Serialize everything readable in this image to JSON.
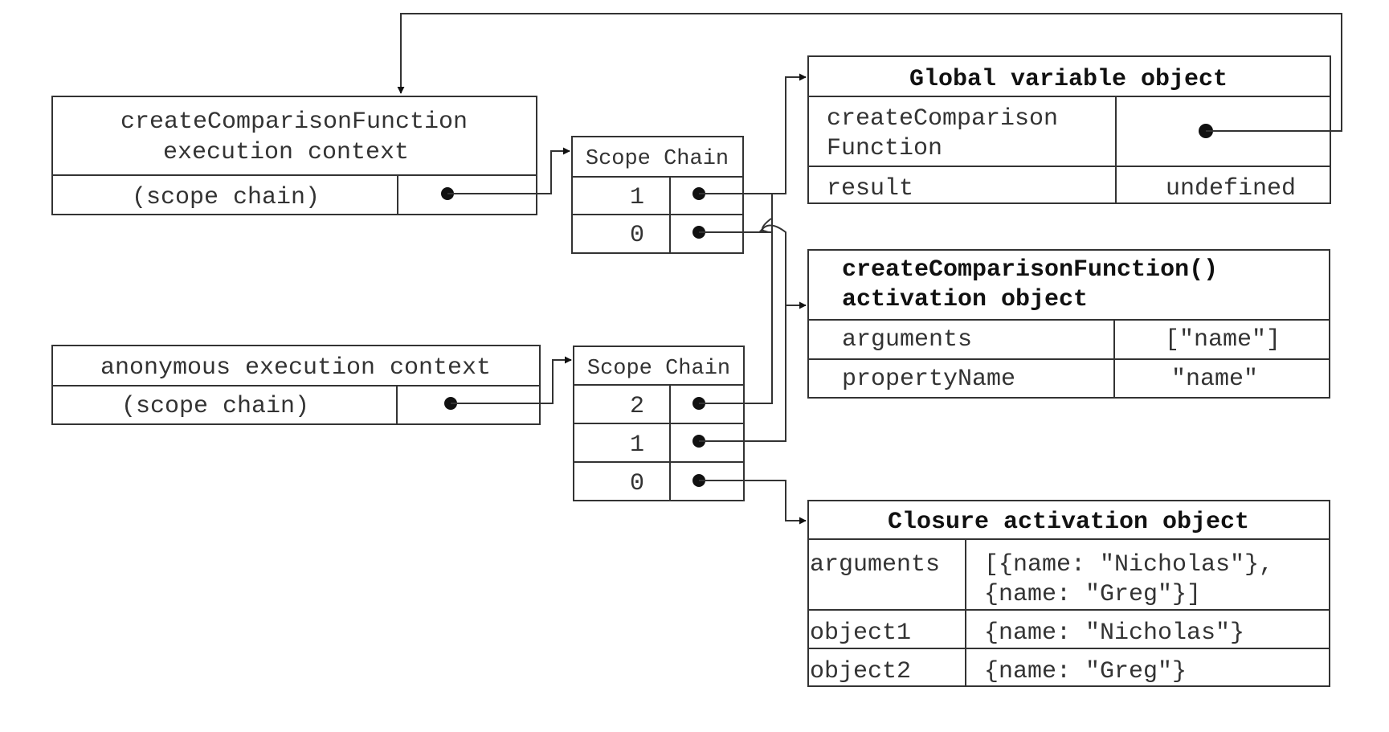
{
  "create_context": {
    "title_line1": "createComparisonFunction",
    "title_line2": "execution context",
    "scope_label": "(scope chain)"
  },
  "anon_context": {
    "title": "anonymous execution context",
    "scope_label": "(scope chain)"
  },
  "scope_chain_1": {
    "title": "Scope Chain",
    "rows": [
      "1",
      "0"
    ]
  },
  "scope_chain_2": {
    "title": "Scope Chain",
    "rows": [
      "2",
      "1",
      "0"
    ]
  },
  "global_object": {
    "title": "Global variable object",
    "rows": [
      {
        "name_line1": "createComparison",
        "name_line2": "Function",
        "value": ""
      },
      {
        "name_line1": "result",
        "name_line2": "",
        "value": "undefined"
      }
    ]
  },
  "activation_object": {
    "title_line1": "createComparisonFunction()",
    "title_line2": "activation object",
    "rows": [
      {
        "name": "arguments",
        "value": "[\"name\"]"
      },
      {
        "name": "propertyName",
        "value": "\"name\""
      }
    ]
  },
  "closure_object": {
    "title": "Closure activation object",
    "rows": [
      {
        "name": "arguments",
        "value_line1": "[{name: \"Nicholas\"},",
        "value_line2": "{name: \"Greg\"}]"
      },
      {
        "name": "object1",
        "value_line1": "{name: \"Nicholas\"}",
        "value_line2": ""
      },
      {
        "name": "object2",
        "value_line1": "{name: \"Greg\"}",
        "value_line2": ""
      }
    ]
  }
}
